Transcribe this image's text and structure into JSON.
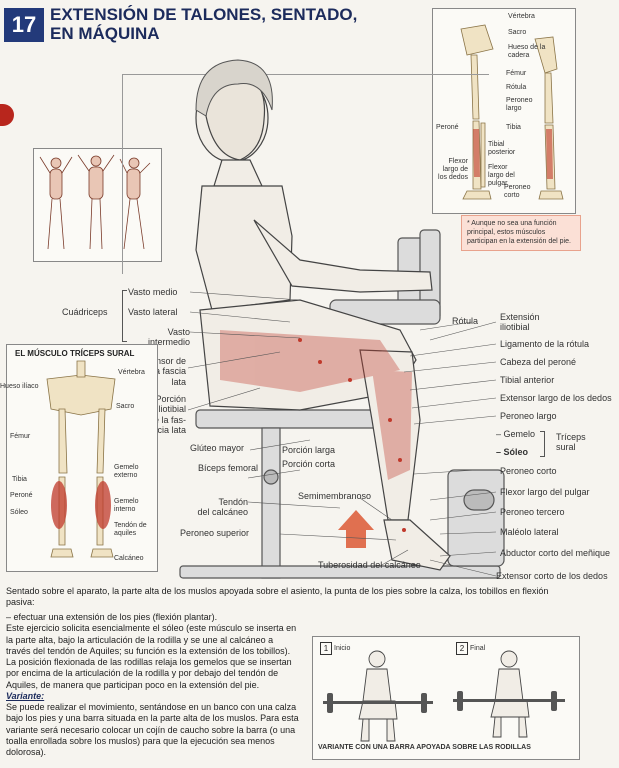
{
  "header": {
    "number": "17",
    "title_line1": "EXTENSIÓN DE TALONES, SENTADO,",
    "title_line2": "EN MÁQUINA"
  },
  "leg_panel": {
    "labels": [
      "Vértebra",
      "Sacro",
      "Hueso de la cadera",
      "Fémur",
      "Rótula",
      "Peroneo largo",
      "Tibia",
      "Tibial posterior",
      "Flexor largo del pulgar",
      "Peroneo corto",
      "Peroné",
      "Flexor largo de los dedos"
    ],
    "note": "* Aunque no sea una función principal, estos músculos participan en la extensión del pie."
  },
  "main_left_labels": {
    "vasto_medio": "Vasto medio",
    "cuadriceps": "Cuádriceps",
    "vasto_lateral": "Vasto lateral",
    "vasto_intermedio_1": "Vasto",
    "vasto_intermedio_2": "intermedio",
    "tensor_1": "Tensor de",
    "tensor_2": "la fascia",
    "tensor_3": "lata",
    "porcion_1": "Porción",
    "porcion_2": "iliotibial",
    "porcion_3": "de la fas-",
    "porcion_4": "cia lata",
    "gluteo": "Glúteo mayor",
    "porcion_larga": "Porción larga",
    "porcion_corta": "Porción corta",
    "biceps": "Bíceps femoral",
    "semimembranoso": "Semimembranoso",
    "tendon_1": "Tendón",
    "tendon_2": "del calcáneo",
    "peroneo_superior": "Peroneo superior",
    "tuberosidad": "Tuberosidad del calcáneo"
  },
  "main_right_labels": {
    "rotula": "Rótula",
    "extension_1": "Extensión",
    "extension_2": "iliotibial",
    "ligamento": "Ligamento de la rótula",
    "cabeza": "Cabeza del peroné",
    "tibial": "Tibial anterior",
    "extensor_dedos": "Extensor largo de los dedos",
    "peroneo_largo": "Peroneo largo",
    "gemelo": "– Gemelo",
    "soleo": "– Sóleo",
    "triceps_1": "Tríceps",
    "triceps_2": "sural",
    "peroneo_corto": "Peroneo corto",
    "flexor_pulgar": "Flexor largo del pulgar",
    "peroneo_tercero": "Peroneo tercero",
    "maleolo": "Maléolo lateral",
    "abductor": "Abductor corto del meñique",
    "extensor_corto": "Extensor corto de los dedos"
  },
  "triceps_panel": {
    "title": "EL MÚSCULO TRÍCEPS SURAL",
    "labels": [
      "Hueso ilíaco",
      "Vértebra",
      "Sacro",
      "Fémur",
      "Tibia",
      "Peroné",
      "Sóleo",
      "Gemelo externo",
      "Gemelo interno",
      "Tendón de aquiles",
      "Calcáneo"
    ]
  },
  "body": {
    "p1": "Sentado sobre el aparato, la parte alta de los muslos apoyada sobre el asiento, la punta de los pies sobre la calza, los tobillos en flexión pasiva:",
    "p2": "–  efectuar una extensión de los pies (flexión plantar).",
    "p3": "Este ejercicio solicita esencialmente el sóleo (este músculo se inserta en la parte alta, bajo la articulación de la rodilla y se une al calcáneo a través del tendón de Aquiles; su función es la extensión de los tobillos).",
    "p4": "La posición flexionada de las rodillas relaja los gemelos que se insertan por encima de la articulación de la rodilla y por debajo del tendón de Aquiles, de manera que participan poco en la extensión del pie.",
    "variant_title": "Variante:",
    "variant_text": "Se puede realizar el movimiento, sentándose en un banco con una calza bajo los pies y una barra situada en la parte alta de los muslos. Para esta variante será necesario colocar un cojín de caucho sobre la barra (o una toalla enrollada sobre los muslos) para que la ejecución sea menos dolorosa)."
  },
  "variant_panel": {
    "step1_num": "1",
    "step1": "Inicio",
    "step2_num": "2",
    "step2": "Final",
    "caption": "VARIANTE CON UNA BARRA APOYADA SOBRE LAS RODILLAS"
  },
  "colors": {
    "header_box": "#233a7a",
    "title": "#1c2b5c",
    "muscle_red": "#c0392b",
    "arrow": "#e07050",
    "note_bg": "#fbe0d6"
  }
}
